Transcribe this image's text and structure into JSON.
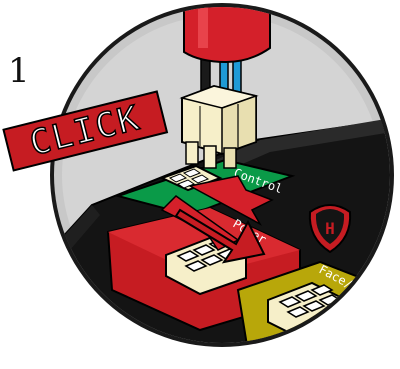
{
  "step_number": "1",
  "click_callout": "CLICK",
  "ports": {
    "control": "Control",
    "power": "Power",
    "face": "Face/"
  },
  "logo_letter": "H",
  "colors": {
    "plug_housing": "#d4202a",
    "wire_black": "#1a1a1a",
    "wire_blue": "#1e9ad6",
    "connector_body": "#f6efc9",
    "board_black": "#141414",
    "control_port": "#0a9a48",
    "power_port": "#c61c22",
    "face_port": "#b8a70a",
    "arrow": "#d4202a",
    "circle_background": "#c8c8c8",
    "click_banner": "#c61c22"
  },
  "icons": {
    "arrow": "insert-arrow-icon",
    "logo": "shield-logo-icon"
  }
}
